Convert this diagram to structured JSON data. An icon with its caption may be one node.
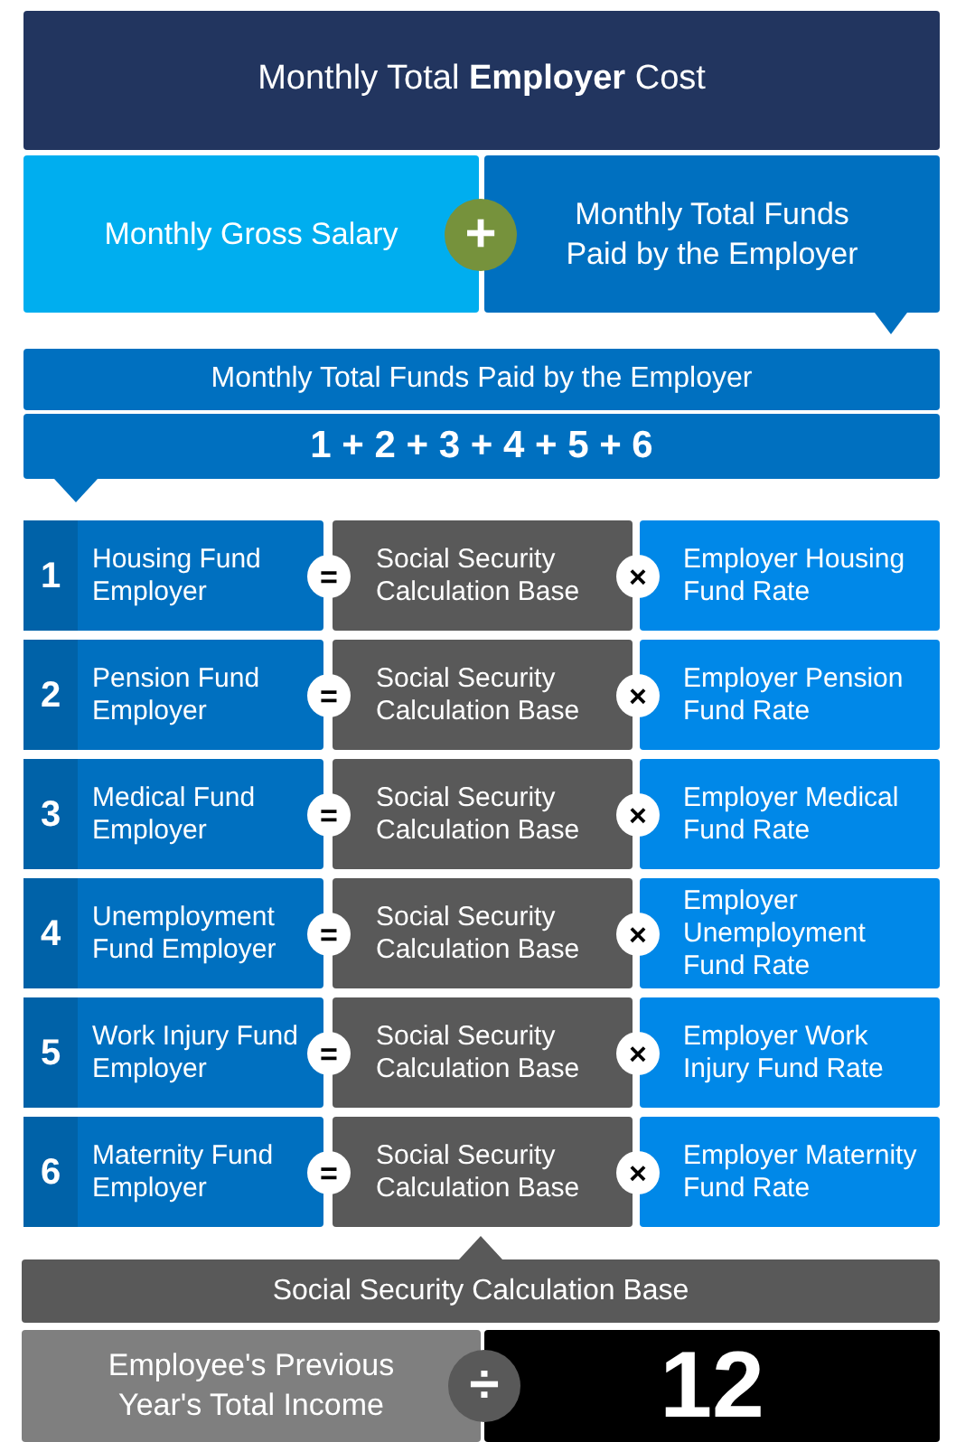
{
  "diagram": {
    "nodes": [
      {
        "text": [
          "Monthly Total **Employer** Cost"
        ]
      },
      {
        "text": [
          "Monthly Gross Salary"
        ]
      },
      {
        "text": [
          "+"
        ]
      },
      {
        "text": [
          "Monthly Total Funds Paid by the Employer"
        ]
      },
      {
        "text": [
          "Monthly Total Funds Paid by the Employer"
        ]
      },
      {
        "text": [
          "1 + 2 + 3 + 4 + 5 + 6"
        ]
      },
      {
        "text": [
          "1",
          "Housing Fund Employer"
        ]
      },
      {
        "text": [
          "="
        ]
      },
      {
        "text": [
          "Social Security Calculation Base"
        ]
      },
      {
        "text": [
          "×"
        ]
      },
      {
        "text": [
          "Employer Housing Fund Rate"
        ]
      },
      {
        "text": [
          "2",
          "Pension Fund Employer"
        ]
      },
      {
        "text": [
          "="
        ]
      },
      {
        "text": [
          "Social Security Calculation Base"
        ]
      },
      {
        "text": [
          "×"
        ]
      },
      {
        "text": [
          "Employer Pension Fund Rate"
        ]
      },
      {
        "text": [
          "3",
          "Medical Fund Employer"
        ]
      },
      {
        "text": [
          "="
        ]
      },
      {
        "text": [
          "Social Security Calculation Base"
        ]
      },
      {
        "text": [
          "×"
        ]
      },
      {
        "text": [
          "Employer Medical Fund Rate"
        ]
      },
      {
        "text": [
          "4",
          "Unemployment Fund Employer"
        ]
      },
      {
        "text": [
          "="
        ]
      },
      {
        "text": [
          "Social Security Calculation Base"
        ]
      },
      {
        "text": [
          "×"
        ]
      },
      {
        "text": [
          "Employer Unemployment Fund Rate"
        ]
      },
      {
        "text": [
          "5",
          "Work Injury Fund Employer"
        ]
      },
      {
        "text": [
          "="
        ]
      },
      {
        "text": [
          "Social Security Calculation Base"
        ]
      },
      {
        "text": [
          "×"
        ]
      },
      {
        "text": [
          "Employer Work Injury Fund Rate"
        ]
      },
      {
        "text": [
          "6",
          "Maternity Fund Employer"
        ]
      },
      {
        "text": [
          "="
        ]
      },
      {
        "text": [
          "Social Security Calculation Base"
        ]
      },
      {
        "text": [
          "×"
        ]
      },
      {
        "text": [
          "Employer Maternity Fund Rate"
        ]
      },
      {
        "text": [
          "Social Security Calculation Base"
        ]
      },
      {
        "text": [
          "Employee's Previous Year's Total Income"
        ]
      },
      {
        "text": [
          "÷"
        ]
      },
      {
        "text": [
          "12"
        ]
      }
    ]
  }
}
